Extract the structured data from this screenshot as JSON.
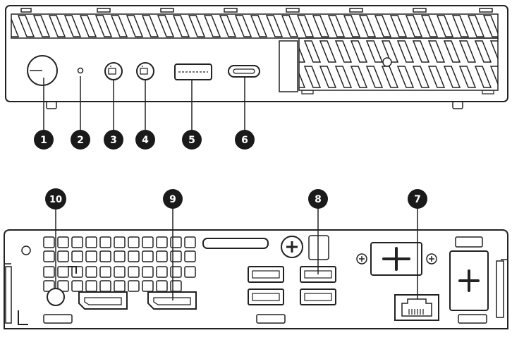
{
  "front_panel": {
    "callouts": [
      {
        "number": "1",
        "port": "power-button"
      },
      {
        "number": "2",
        "port": "power-led"
      },
      {
        "number": "3",
        "port": "microphone-jack"
      },
      {
        "number": "4",
        "port": "headphone-jack"
      },
      {
        "number": "5",
        "port": "usb-a-port"
      },
      {
        "number": "6",
        "port": "usb-c-port"
      }
    ]
  },
  "rear_panel": {
    "callouts": [
      {
        "number": "7",
        "port": "ethernet-port"
      },
      {
        "number": "8",
        "port": "usb-a-ports"
      },
      {
        "number": "9",
        "port": "displayport-2"
      },
      {
        "number": "10",
        "port": "power-connector"
      }
    ]
  },
  "colors": {
    "line": "#222222",
    "callout_fill": "#1a1a1a",
    "callout_text": "#ffffff",
    "background": "#ffffff"
  }
}
